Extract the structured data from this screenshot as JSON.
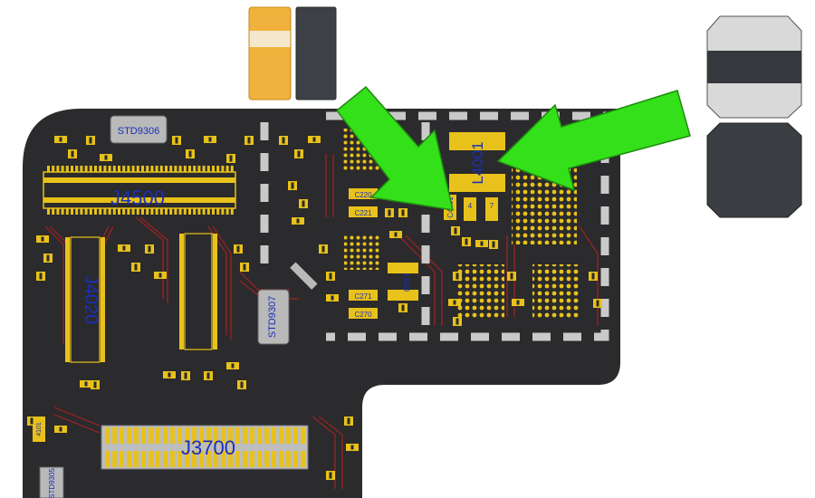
{
  "labels": {
    "std9306": "STD9306",
    "j4500": "J4500",
    "j4020": "J4020",
    "std9307": "STD9307",
    "l4001": "L4001",
    "c4001": "C4001",
    "j3700": "J3700",
    "std9305": "STD9305",
    "c4": "4",
    "c7": "7",
    "c220": "C220",
    "c221": "C221",
    "c271": "C271",
    "c270": "C270",
    "l620": "L620",
    "r101": "4101"
  },
  "colors": {
    "board": "#2b2a2c",
    "pad": "#e8c21a",
    "trace": "#9b2424",
    "silk": "#1b2fb8",
    "dash": "#c9c9c9",
    "arrow": "#33e019",
    "arrowStroke": "#1f8a10"
  },
  "icons": [
    "arrow-pointing-left-icon",
    "arrow-pointing-right-icon"
  ]
}
